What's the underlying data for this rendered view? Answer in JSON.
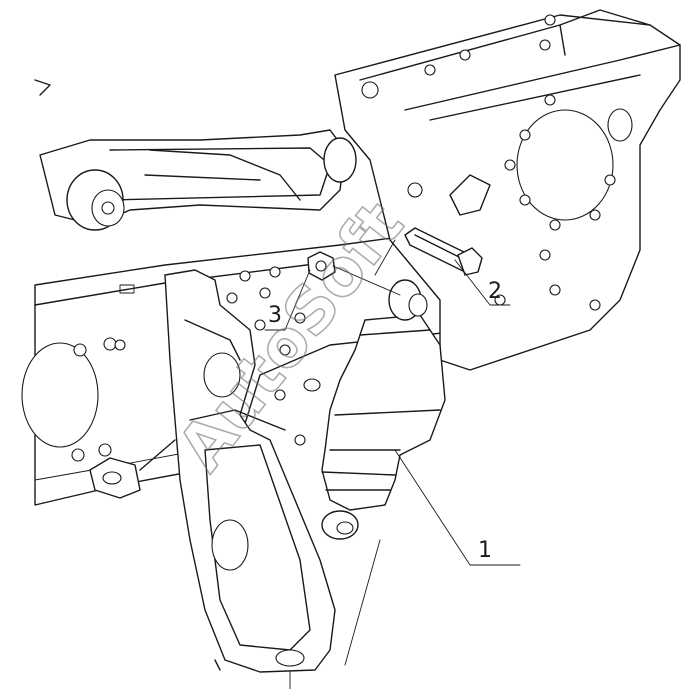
{
  "diagram": {
    "callouts": [
      {
        "id": "1",
        "label": "1"
      },
      {
        "id": "2",
        "label": "2"
      },
      {
        "id": "3",
        "label": "3"
      }
    ],
    "watermark": "AutoSoft"
  },
  "colors": {
    "line": "#1a1a1a",
    "background": "#ffffff",
    "watermark": "#6b6b6b"
  }
}
